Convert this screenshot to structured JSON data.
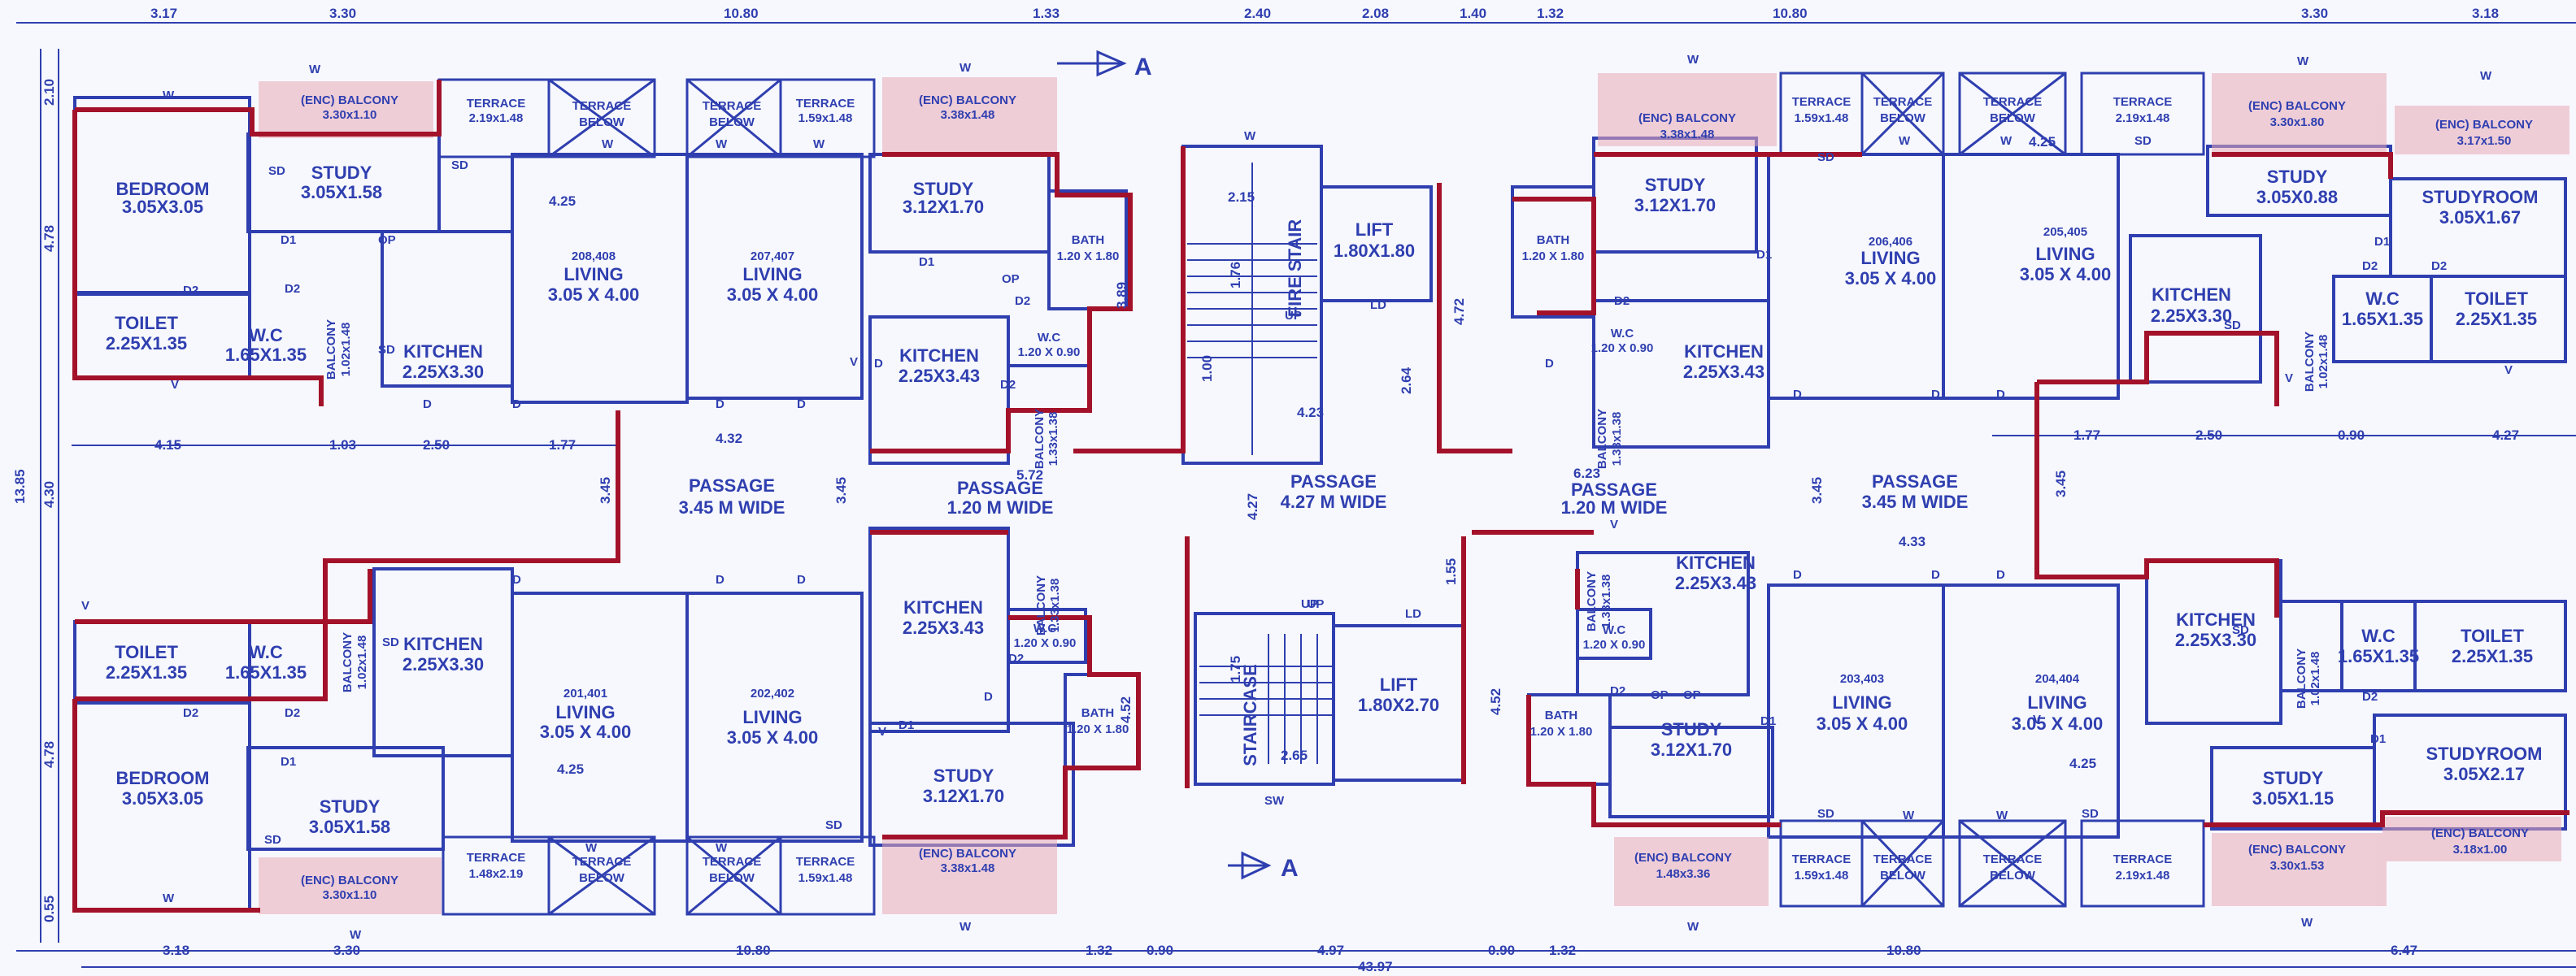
{
  "colors": {
    "paper": "#f7f8fd",
    "blue": "#2f3fb0",
    "red": "#a3122a",
    "pink": "#e8a9b8"
  },
  "section": "A",
  "overall": {
    "width": "43.97",
    "height": "13.85"
  },
  "dims": {
    "top": [
      "3.17",
      "3.30",
      "10.80",
      "1.33",
      "2.40",
      "2.08",
      "1.40",
      "1.32",
      "10.80",
      "3.30",
      "3.18"
    ],
    "bottom": [
      "3.18",
      "3.30",
      "10.80",
      "1.32",
      "0.90",
      "4.97",
      "0.90",
      "1.32",
      "10.80",
      "6.47"
    ],
    "left": [
      "2.10",
      "4.78",
      "4.30",
      "4.78",
      "0.55"
    ],
    "mid_left": [
      "4.15",
      "1.03",
      "2.50",
      "1.77"
    ],
    "mid_right": [
      "1.77",
      "2.50",
      "0.90",
      "4.27"
    ],
    "misc": [
      "4.32",
      "3.45",
      "3.45",
      "5.72",
      "4.23",
      "2.64",
      "4.72",
      "4.27",
      "6.23",
      "3.45",
      "4.33",
      "3.45",
      "1.55",
      "4.52",
      "4.52",
      "3.89",
      "2.65",
      "1.00",
      "2.15",
      "1.76",
      "1.75",
      "4.25",
      "4.25",
      "4.25",
      "4.25"
    ]
  },
  "rooms": [
    {
      "name": "(ENC) BALCONY",
      "size": "3.30x1.10"
    },
    {
      "name": "TERRACE",
      "size": "2.19x1.48"
    },
    {
      "name": "TERRACE",
      "size": "BELOW"
    },
    {
      "name": "TERRACE",
      "size": "BELOW"
    },
    {
      "name": "TERRACE",
      "size": "1.59x1.48"
    },
    {
      "name": "(ENC) BALCONY",
      "size": "3.38x1.48"
    },
    {
      "name": "BEDROOM",
      "size": "3.05X3.05"
    },
    {
      "name": "STUDY",
      "size": "3.05X1.58"
    },
    {
      "name": "STUDY",
      "size": "3.12X1.70"
    },
    {
      "name": "BATH",
      "size": "1.20 X 1.80"
    },
    {
      "name": "TOILET",
      "size": "2.25X1.35"
    },
    {
      "name": "W.C",
      "size": "1.65X1.35"
    },
    {
      "name": "BALCONY",
      "size": "1.02x1.48"
    },
    {
      "name": "KITCHEN",
      "size": "2.25X3.30"
    },
    {
      "name": "LIVING",
      "size": "3.05 X 4.00",
      "unit": "208,408"
    },
    {
      "name": "LIVING",
      "size": "3.05 X 4.00",
      "unit": "207,407"
    },
    {
      "name": "KITCHEN",
      "size": "2.25X3.43"
    },
    {
      "name": "W.C",
      "size": "1.20 X 0.90"
    },
    {
      "name": "BALCONY",
      "size": "1.33x1.38"
    },
    {
      "name": "LIFT",
      "size": "1.80X1.80"
    },
    {
      "name": "FIRE STAIR",
      "size": ""
    },
    {
      "name": "PASSAGE",
      "size": "3.45 M WIDE"
    },
    {
      "name": "PASSAGE",
      "size": "1.20 M WIDE"
    },
    {
      "name": "PASSAGE",
      "size": "4.27 M WIDE"
    },
    {
      "name": "TOILET",
      "size": "2.25X1.35"
    },
    {
      "name": "W.C",
      "size": "1.65X1.35"
    },
    {
      "name": "BALCONY",
      "size": "1.02x1.48"
    },
    {
      "name": "KITCHEN",
      "size": "2.25X3.30"
    },
    {
      "name": "LIVING",
      "size": "3.05 X 4.00",
      "unit": "201,401"
    },
    {
      "name": "LIVING",
      "size": "3.05 X 4.00",
      "unit": "202,402"
    },
    {
      "name": "KITCHEN",
      "size": "2.25X3.43"
    },
    {
      "name": "BALCONY",
      "size": "1.33x1.38"
    },
    {
      "name": "W.C",
      "size": "1.20 X 0.90"
    },
    {
      "name": "BATH",
      "size": "1.20 X 1.80"
    },
    {
      "name": "STUDY",
      "size": "3.12X1.70"
    },
    {
      "name": "BEDROOM",
      "size": "3.05X3.05"
    },
    {
      "name": "STUDY",
      "size": "3.05X1.58"
    },
    {
      "name": "TERRACE",
      "size": "1.48x2.19"
    },
    {
      "name": "TERRACE",
      "size": "BELOW"
    },
    {
      "name": "TERRACE",
      "size": "BELOW"
    },
    {
      "name": "TERRACE",
      "size": "1.59x1.48"
    },
    {
      "name": "(ENC) BALCONY",
      "size": "3.30x1.10"
    },
    {
      "name": "(ENC) BALCONY",
      "size": "3.38x1.48"
    },
    {
      "name": "STAIRCASE",
      "size": "UP"
    },
    {
      "name": "LIFT",
      "size": "1.80X2.70"
    },
    {
      "name": "(ENC) BALCONY",
      "size": "3.38x1.48"
    },
    {
      "name": "TERRACE",
      "size": "1.59x1.48"
    },
    {
      "name": "TERRACE",
      "size": "BELOW"
    },
    {
      "name": "TERRACE",
      "size": "BELOW"
    },
    {
      "name": "TERRACE",
      "size": "2.19x1.48"
    },
    {
      "name": "(ENC) BALCONY",
      "size": "3.30x1.80"
    },
    {
      "name": "(ENC) BALCONY",
      "size": "3.17x1.50"
    },
    {
      "name": "BATH",
      "size": "1.20 X 1.80"
    },
    {
      "name": "STUDY",
      "size": "3.12X1.70"
    },
    {
      "name": "LIVING",
      "size": "3.05 X 4.00",
      "unit": "206,406"
    },
    {
      "name": "LIVING",
      "size": "3.05 X 4.00",
      "unit": "205,405"
    },
    {
      "name": "STUDY",
      "size": "3.05X0.88"
    },
    {
      "name": "STUDYROOM",
      "size": "3.05X1.67"
    },
    {
      "name": "W.C",
      "size": "1.20 X 0.90"
    },
    {
      "name": "KITCHEN",
      "size": "2.25X3.43"
    },
    {
      "name": "BALCONY",
      "size": "1.33x1.38"
    },
    {
      "name": "KITCHEN",
      "size": "2.25X3.30"
    },
    {
      "name": "BALCONY",
      "size": "1.02x1.48"
    },
    {
      "name": "W.C",
      "size": "1.65X1.35"
    },
    {
      "name": "TOILET",
      "size": "2.25X1.35"
    },
    {
      "name": "PASSAGE",
      "size": "1.20 M WIDE"
    },
    {
      "name": "PASSAGE",
      "size": "3.45 M WIDE"
    },
    {
      "name": "KITCHEN",
      "size": "2.25X3.43"
    },
    {
      "name": "BALCONY",
      "size": "1.33x1.38"
    },
    {
      "name": "W.C",
      "size": "1.20 X 0.90"
    },
    {
      "name": "BATH",
      "size": "1.20 X 1.80"
    },
    {
      "name": "STUDY",
      "size": "3.12X1.70"
    },
    {
      "name": "LIVING",
      "size": "3.05 X 4.00",
      "unit": "203,403"
    },
    {
      "name": "LIVING",
      "size": "3.05 X 4.00",
      "unit": "204,404"
    },
    {
      "name": "KITCHEN",
      "size": "2.25X3.30"
    },
    {
      "name": "BALCONY",
      "size": "1.02x1.48"
    },
    {
      "name": "W.C",
      "size": "1.65X1.35"
    },
    {
      "name": "TOILET",
      "size": "2.25X1.35"
    },
    {
      "name": "STUDY",
      "size": "3.05X1.15"
    },
    {
      "name": "STUDYROOM",
      "size": "3.05X2.17"
    },
    {
      "name": "(ENC) BALCONY",
      "size": "1.48x3.36"
    },
    {
      "name": "TERRACE",
      "size": "1.59x1.48"
    },
    {
      "name": "TERRACE",
      "size": "BELOW"
    },
    {
      "name": "TERRACE",
      "size": "BELOW"
    },
    {
      "name": "TERRACE",
      "size": "2.19x1.48"
    },
    {
      "name": "(ENC) BALCONY",
      "size": "3.30x1.53"
    },
    {
      "name": "(ENC) BALCONY",
      "size": "3.18x1.00"
    }
  ],
  "marks": [
    "W",
    "W",
    "W",
    "W",
    "W",
    "W",
    "W",
    "W",
    "W",
    "W",
    "W",
    "W",
    "W",
    "W",
    "W",
    "W",
    "W",
    "W",
    "W",
    "W",
    "W",
    "SW",
    "V",
    "V",
    "V",
    "V",
    "V",
    "V",
    "V",
    "V",
    "D",
    "D",
    "D",
    "D",
    "D",
    "D",
    "D",
    "D",
    "D",
    "D",
    "D",
    "D",
    "D",
    "D",
    "D",
    "D",
    "D1",
    "D1",
    "D1",
    "D1",
    "D1",
    "D1",
    "D1",
    "D1",
    "D2",
    "D2",
    "D2",
    "D2",
    "D2",
    "D2",
    "D2",
    "D2",
    "D2",
    "D2",
    "D2",
    "D2",
    "SD",
    "SD",
    "SD",
    "SD",
    "SD",
    "SD",
    "SD",
    "SD",
    "SD",
    "SD",
    "SD",
    "SD",
    "OP",
    "OP",
    "OP",
    "OP",
    "LD",
    "LD",
    "UP",
    "UP"
  ]
}
